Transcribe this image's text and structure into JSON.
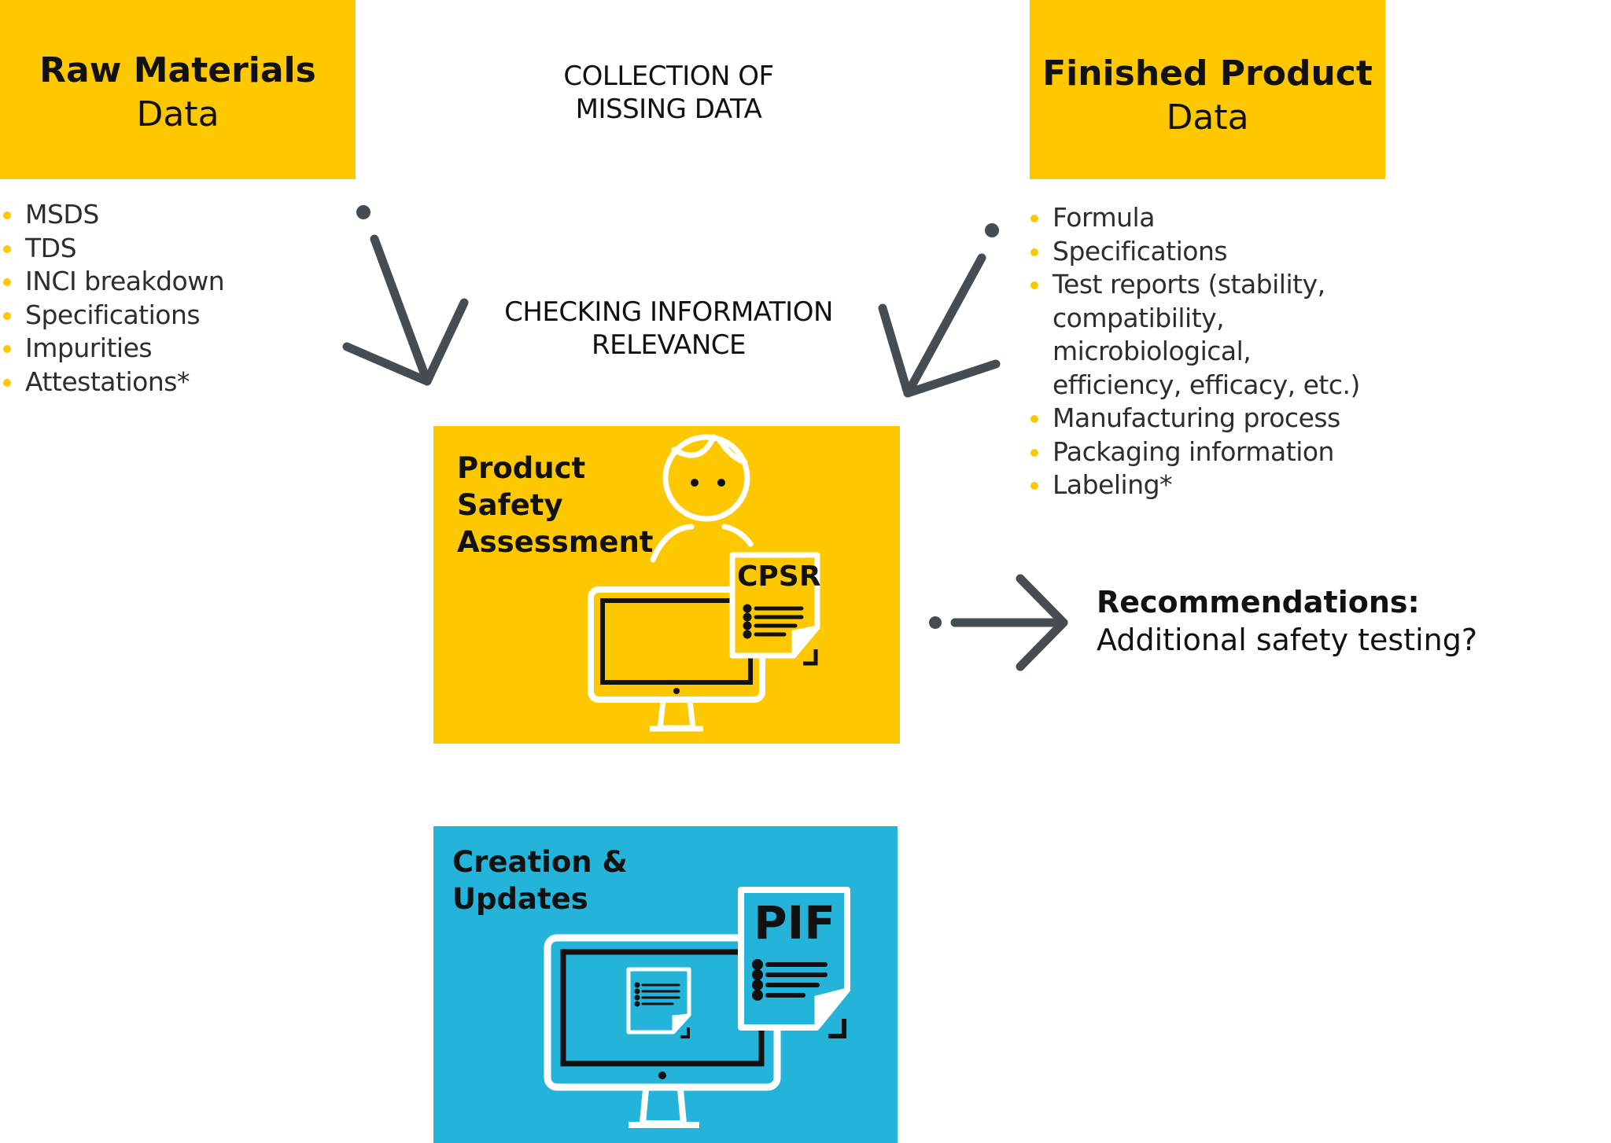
{
  "raw_materials": {
    "title": "Raw Materials",
    "subtitle": "Data",
    "items": [
      "MSDS",
      "TDS",
      "INCI breakdown",
      "Specifications",
      "Impurities",
      "Attestations*"
    ]
  },
  "finished_product": {
    "title": "Finished Product",
    "subtitle": "Data",
    "items": [
      "Formula",
      "Specifications",
      "Test reports (stability, compatibility, microbiological, efficiency, efficacy, etc.)",
      "Manufacturing process",
      "Packaging information",
      "Labeling*"
    ]
  },
  "collection": {
    "line1": "COLLECTION OF",
    "line2": "MISSING DATA"
  },
  "checking": {
    "line1": "CHECKING INFORMATION",
    "line2": "RELEVANCE"
  },
  "assessment": {
    "title_lines": [
      "Product",
      "Safety",
      "Assessment"
    ],
    "doc_label": "CPSR"
  },
  "creation": {
    "title_lines": [
      "Creation &",
      "Updates"
    ],
    "doc_label": "PIF"
  },
  "recommendations": {
    "title": "Recommendations:",
    "text": "Additional safety testing?"
  },
  "colors": {
    "yellow": "#fec800",
    "blue": "#24b4d9",
    "arrow": "#454d52",
    "ink": "#111111"
  },
  "icons": [
    "person-icon",
    "monitor-icon",
    "document-icon",
    "arrow-icon"
  ]
}
